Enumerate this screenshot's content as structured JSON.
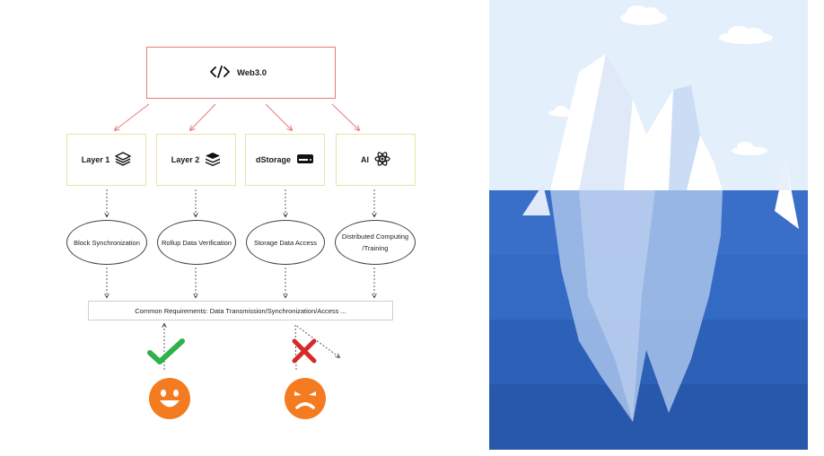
{
  "diagram": {
    "root": {
      "label": "Web3.0",
      "icon": "code-icon"
    },
    "layers": [
      {
        "label": "Layer 1",
        "icon": "layers-icon"
      },
      {
        "label": "Layer 2",
        "icon": "stack-icon"
      },
      {
        "label": "dStorage",
        "icon": "storage-drive-icon"
      },
      {
        "label": "AI",
        "icon": "atom-icon"
      }
    ],
    "functions": [
      {
        "label": "Block Synchronization"
      },
      {
        "label": "Rollup Data Verification"
      },
      {
        "label": "Storage Data Access"
      },
      {
        "label": "Distributed Computing\n/Training"
      }
    ],
    "common_requirements": "Common Requirements: Data Transmission/Synchronization/Access ...",
    "outcomes": [
      {
        "mark": "check-icon",
        "face": "happy-face-icon"
      },
      {
        "mark": "cross-icon",
        "face": "angry-face-icon"
      }
    ]
  },
  "illustration": {
    "subject": "iceberg-icon"
  },
  "colors": {
    "root_border": "#e87a7a",
    "layer_border": "#e8e3a8",
    "arrow_red": "#e87a7a",
    "check_green": "#2fb24a",
    "cross_red": "#d42a2a",
    "face_orange": "#f47b20",
    "sky": "#e3effb",
    "sea": "#3a6fc9"
  }
}
